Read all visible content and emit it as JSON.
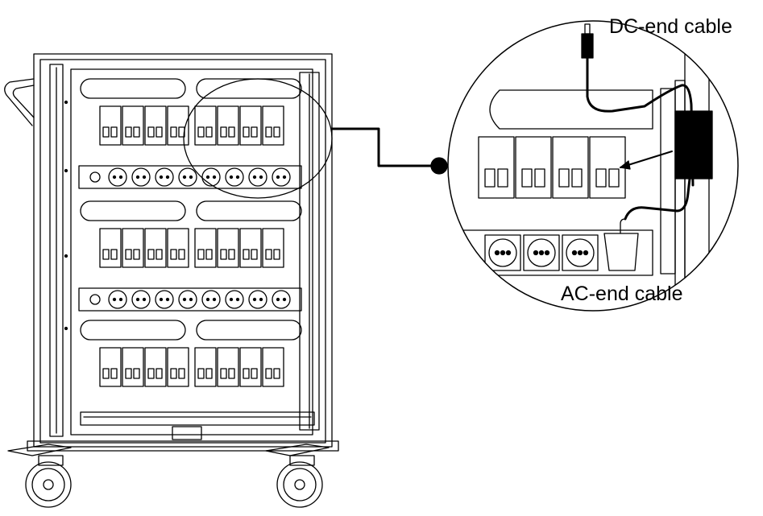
{
  "labels": {
    "dc_cable": "DC-end cable",
    "ac_cable": "AC-end cable"
  },
  "diagram": {
    "cabinet_rows": 3,
    "charger_modules_per_bank": 4,
    "outlets_per_power_strip": 8,
    "detail_outlets_visible": 3
  },
  "colors": {
    "line": "#000000",
    "fill": "#ffffff",
    "adapter": "#000000"
  }
}
